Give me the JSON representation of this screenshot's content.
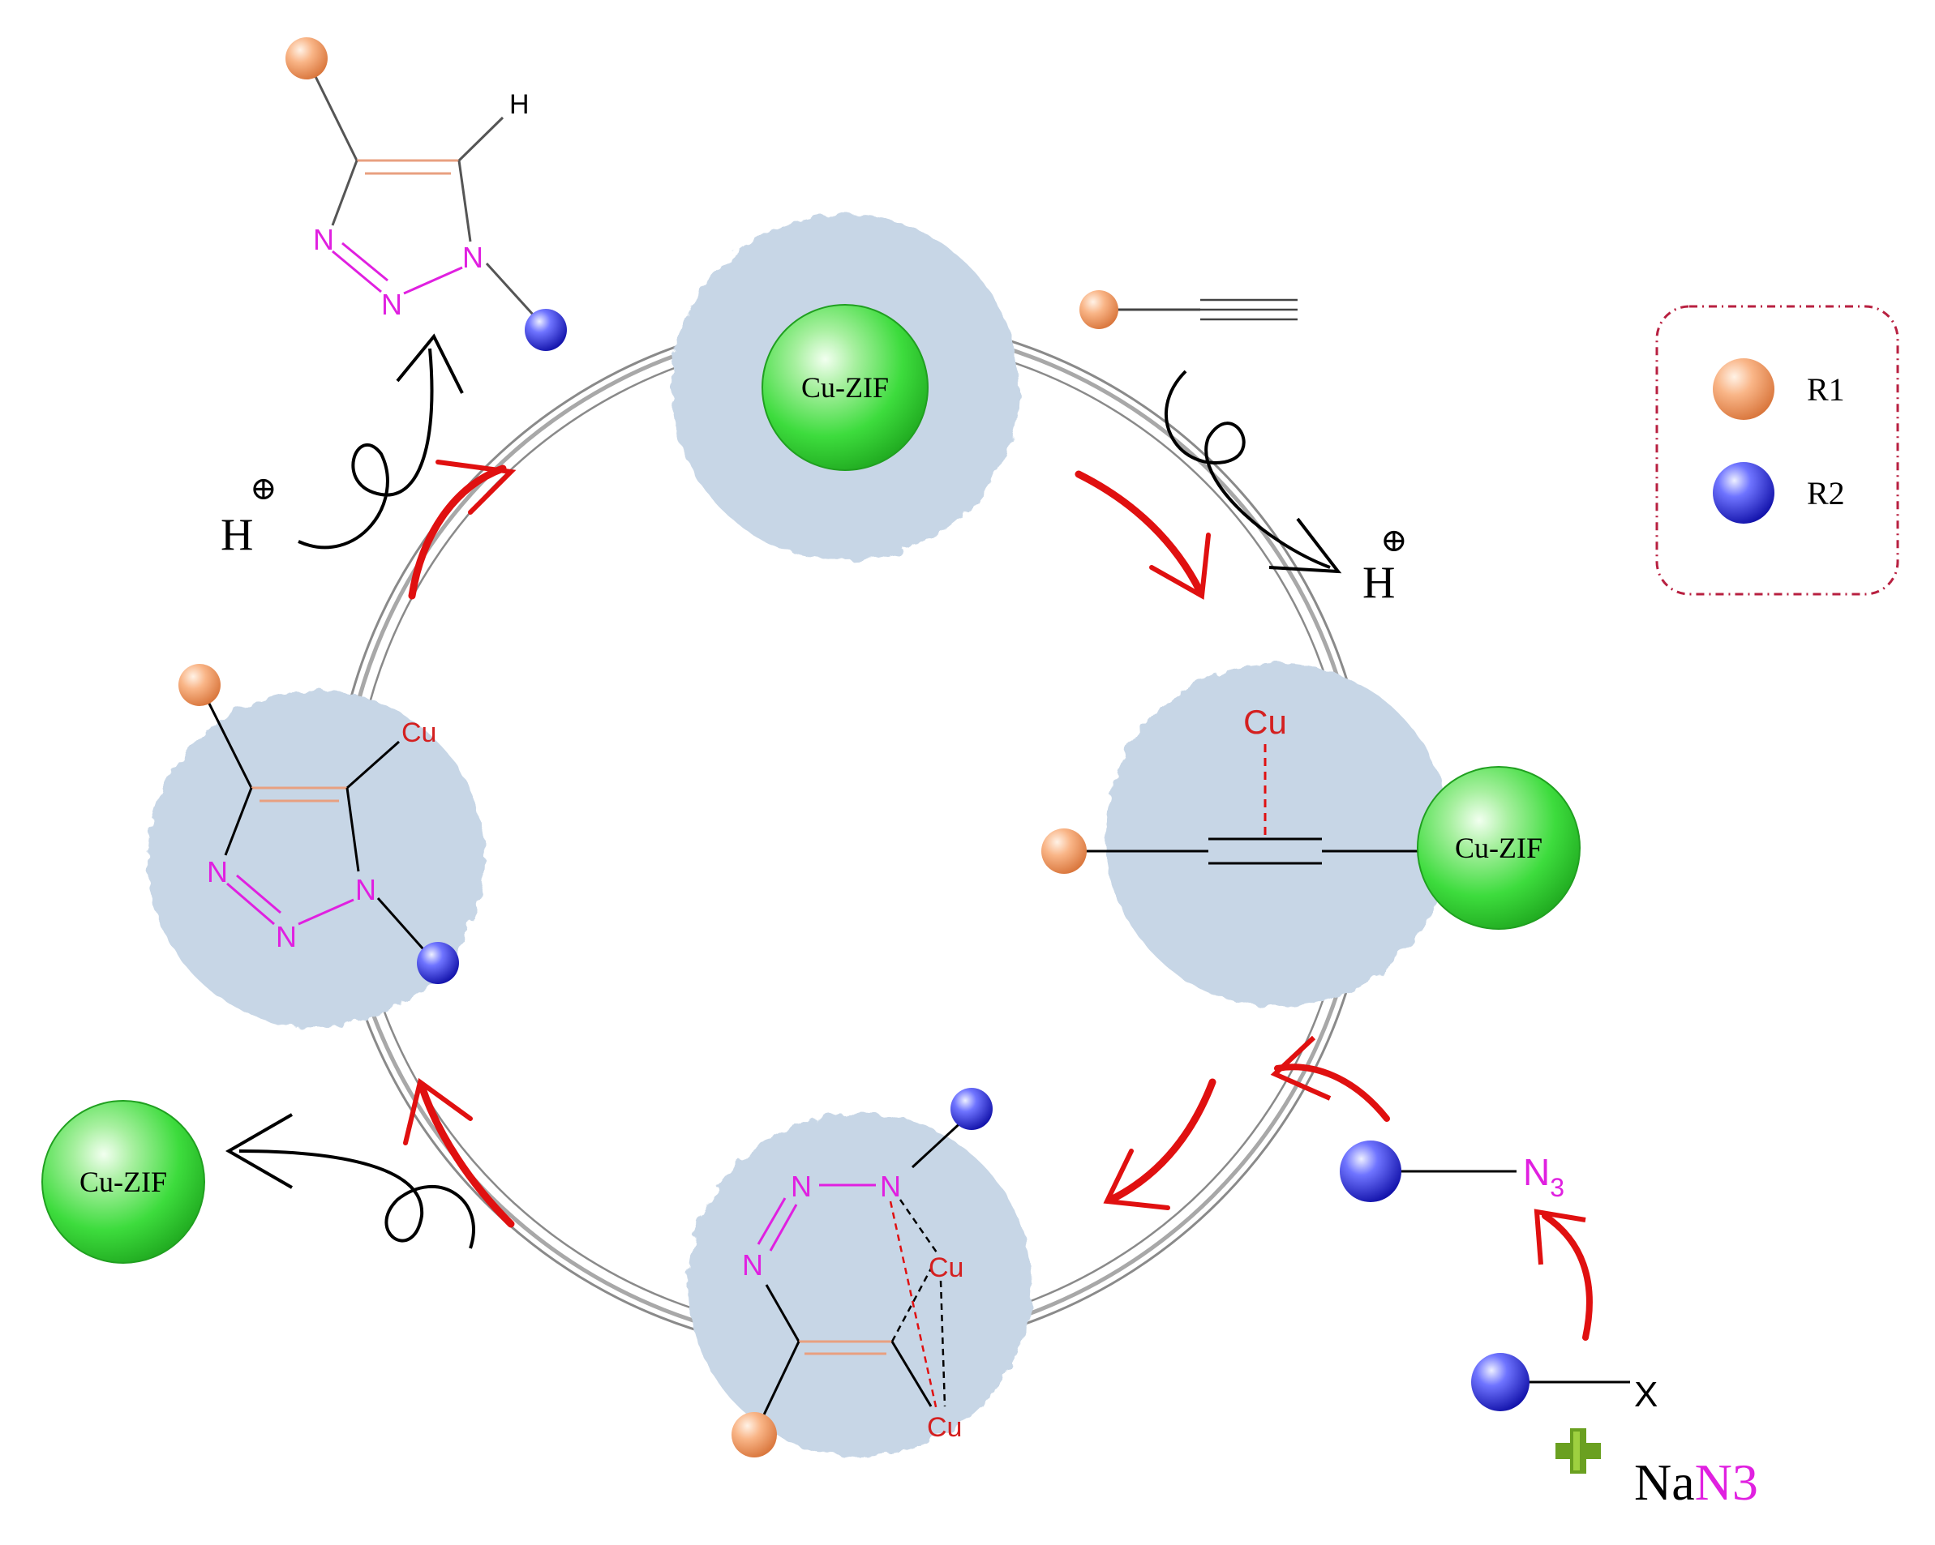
{
  "diagram": {
    "catalyst_label": "Cu-ZIF",
    "proton_symbol": "H",
    "charge_symbol": "⊕",
    "hydrogen_atom": "H",
    "nitrogen_atom": "N",
    "copper_atom": "Cu",
    "azide_label": "N",
    "azide_subscript": "3",
    "halide_label": "X",
    "reagent_prefix": "Na",
    "reagent_suffix": "N3",
    "legend": {
      "items": [
        {
          "label": "R1",
          "icon": "orange-sphere-icon"
        },
        {
          "label": "R2",
          "icon": "blue-sphere-icon"
        }
      ]
    },
    "colors": {
      "catalyst": "#33dd33",
      "bubble": "#c7d6e6",
      "nitrogen": "#e020e0",
      "copper": "#d42020",
      "cycle_arrow": "#e01010",
      "double_bond": "#e8a080",
      "r1": "#f49a5c",
      "r2": "#2828d8"
    }
  }
}
